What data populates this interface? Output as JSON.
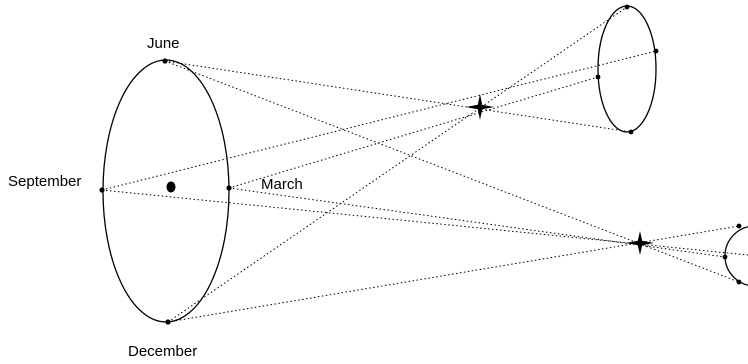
{
  "diagram": {
    "labels": {
      "june": "June",
      "september": "September",
      "march": "March",
      "december": "December"
    },
    "colors": {
      "stroke": "#000000",
      "background": "#ffffff"
    },
    "icons": {
      "sun": "filled-dot",
      "stars": "four-point-star"
    }
  }
}
